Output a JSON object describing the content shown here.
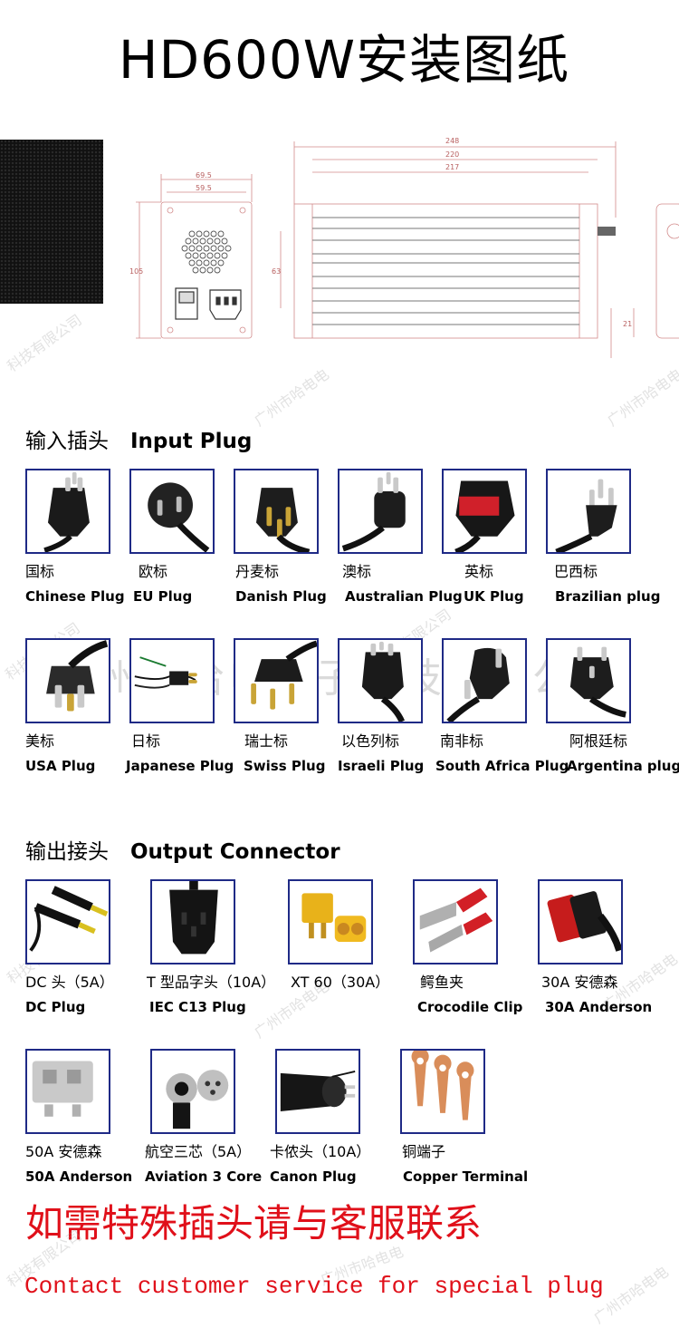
{
  "title": "HD600W安装图纸",
  "drawing": {
    "dims": [
      "248",
      "220",
      "217",
      "69.5",
      "59.5",
      "105",
      "63",
      "21"
    ]
  },
  "input_section": {
    "title_cn": "输入插头",
    "title_en": "Input Plug",
    "items": [
      {
        "cn": "国标",
        "en": "Chinese Plug",
        "icon": "chinese-plug-icon"
      },
      {
        "cn": "欧标",
        "en": "EU Plug",
        "icon": "eu-plug-icon"
      },
      {
        "cn": "丹麦标",
        "en": "Danish Plug",
        "icon": "danish-plug-icon"
      },
      {
        "cn": "澳标",
        "en": "Australian Plug",
        "icon": "australian-plug-icon"
      },
      {
        "cn": "英标",
        "en": "UK Plug",
        "icon": "uk-plug-icon"
      },
      {
        "cn": "巴西标",
        "en": "Brazilian plug",
        "icon": "brazilian-plug-icon"
      },
      {
        "cn": "美标",
        "en": "USA Plug",
        "icon": "usa-plug-icon"
      },
      {
        "cn": "日标",
        "en": "Japanese Plug",
        "icon": "japanese-plug-icon"
      },
      {
        "cn": "瑞士标",
        "en": "Swiss Plug",
        "icon": "swiss-plug-icon"
      },
      {
        "cn": "以色列标",
        "en": "Israeli Plug",
        "icon": "israeli-plug-icon"
      },
      {
        "cn": "南非标",
        "en": "South Africa Plug",
        "icon": "south-africa-plug-icon"
      },
      {
        "cn": "阿根廷标",
        "en": "Argentina plug",
        "icon": "argentina-plug-icon"
      }
    ]
  },
  "output_section": {
    "title_cn": "输出接头",
    "title_en": "Output Connector",
    "items": [
      {
        "cn": "DC 头（5A）",
        "en": "DC Plug",
        "icon": "dc-plug-icon"
      },
      {
        "cn": "T 型品字头（10A）",
        "en": "IEC C13 Plug",
        "icon": "iec-c13-plug-icon"
      },
      {
        "cn": "XT 60（30A）",
        "en": "",
        "icon": "xt60-connector-icon"
      },
      {
        "cn": "鳄鱼夹",
        "en": "Crocodile Clip",
        "icon": "crocodile-clip-icon"
      },
      {
        "cn": "30A 安德森",
        "en": "30A Anderson",
        "icon": "anderson-30a-icon"
      },
      {
        "cn": "50A 安德森",
        "en": "50A Anderson",
        "icon": "anderson-50a-icon"
      },
      {
        "cn": "航空三芯（5A）",
        "en": "Aviation 3 Core",
        "icon": "aviation-connector-icon"
      },
      {
        "cn": "卡侬头（10A）",
        "en": "Canon Plug",
        "icon": "canon-plug-icon"
      },
      {
        "cn": "铜端子",
        "en": "Copper Terminal",
        "icon": "copper-terminal-icon"
      }
    ]
  },
  "contact": {
    "cn": "如需特殊插头请与客服联系",
    "en": "Contact customer service for special plug"
  },
  "watermark": {
    "text": "广州市哈电电子科技有限公司",
    "fragment_1": "科技有限公司",
    "fragment_2": "广州市哈电电"
  },
  "colors": {
    "tile_border": "#1f2a86",
    "contact_red": "#e0101a",
    "drawing_line": "#c86a6a"
  }
}
